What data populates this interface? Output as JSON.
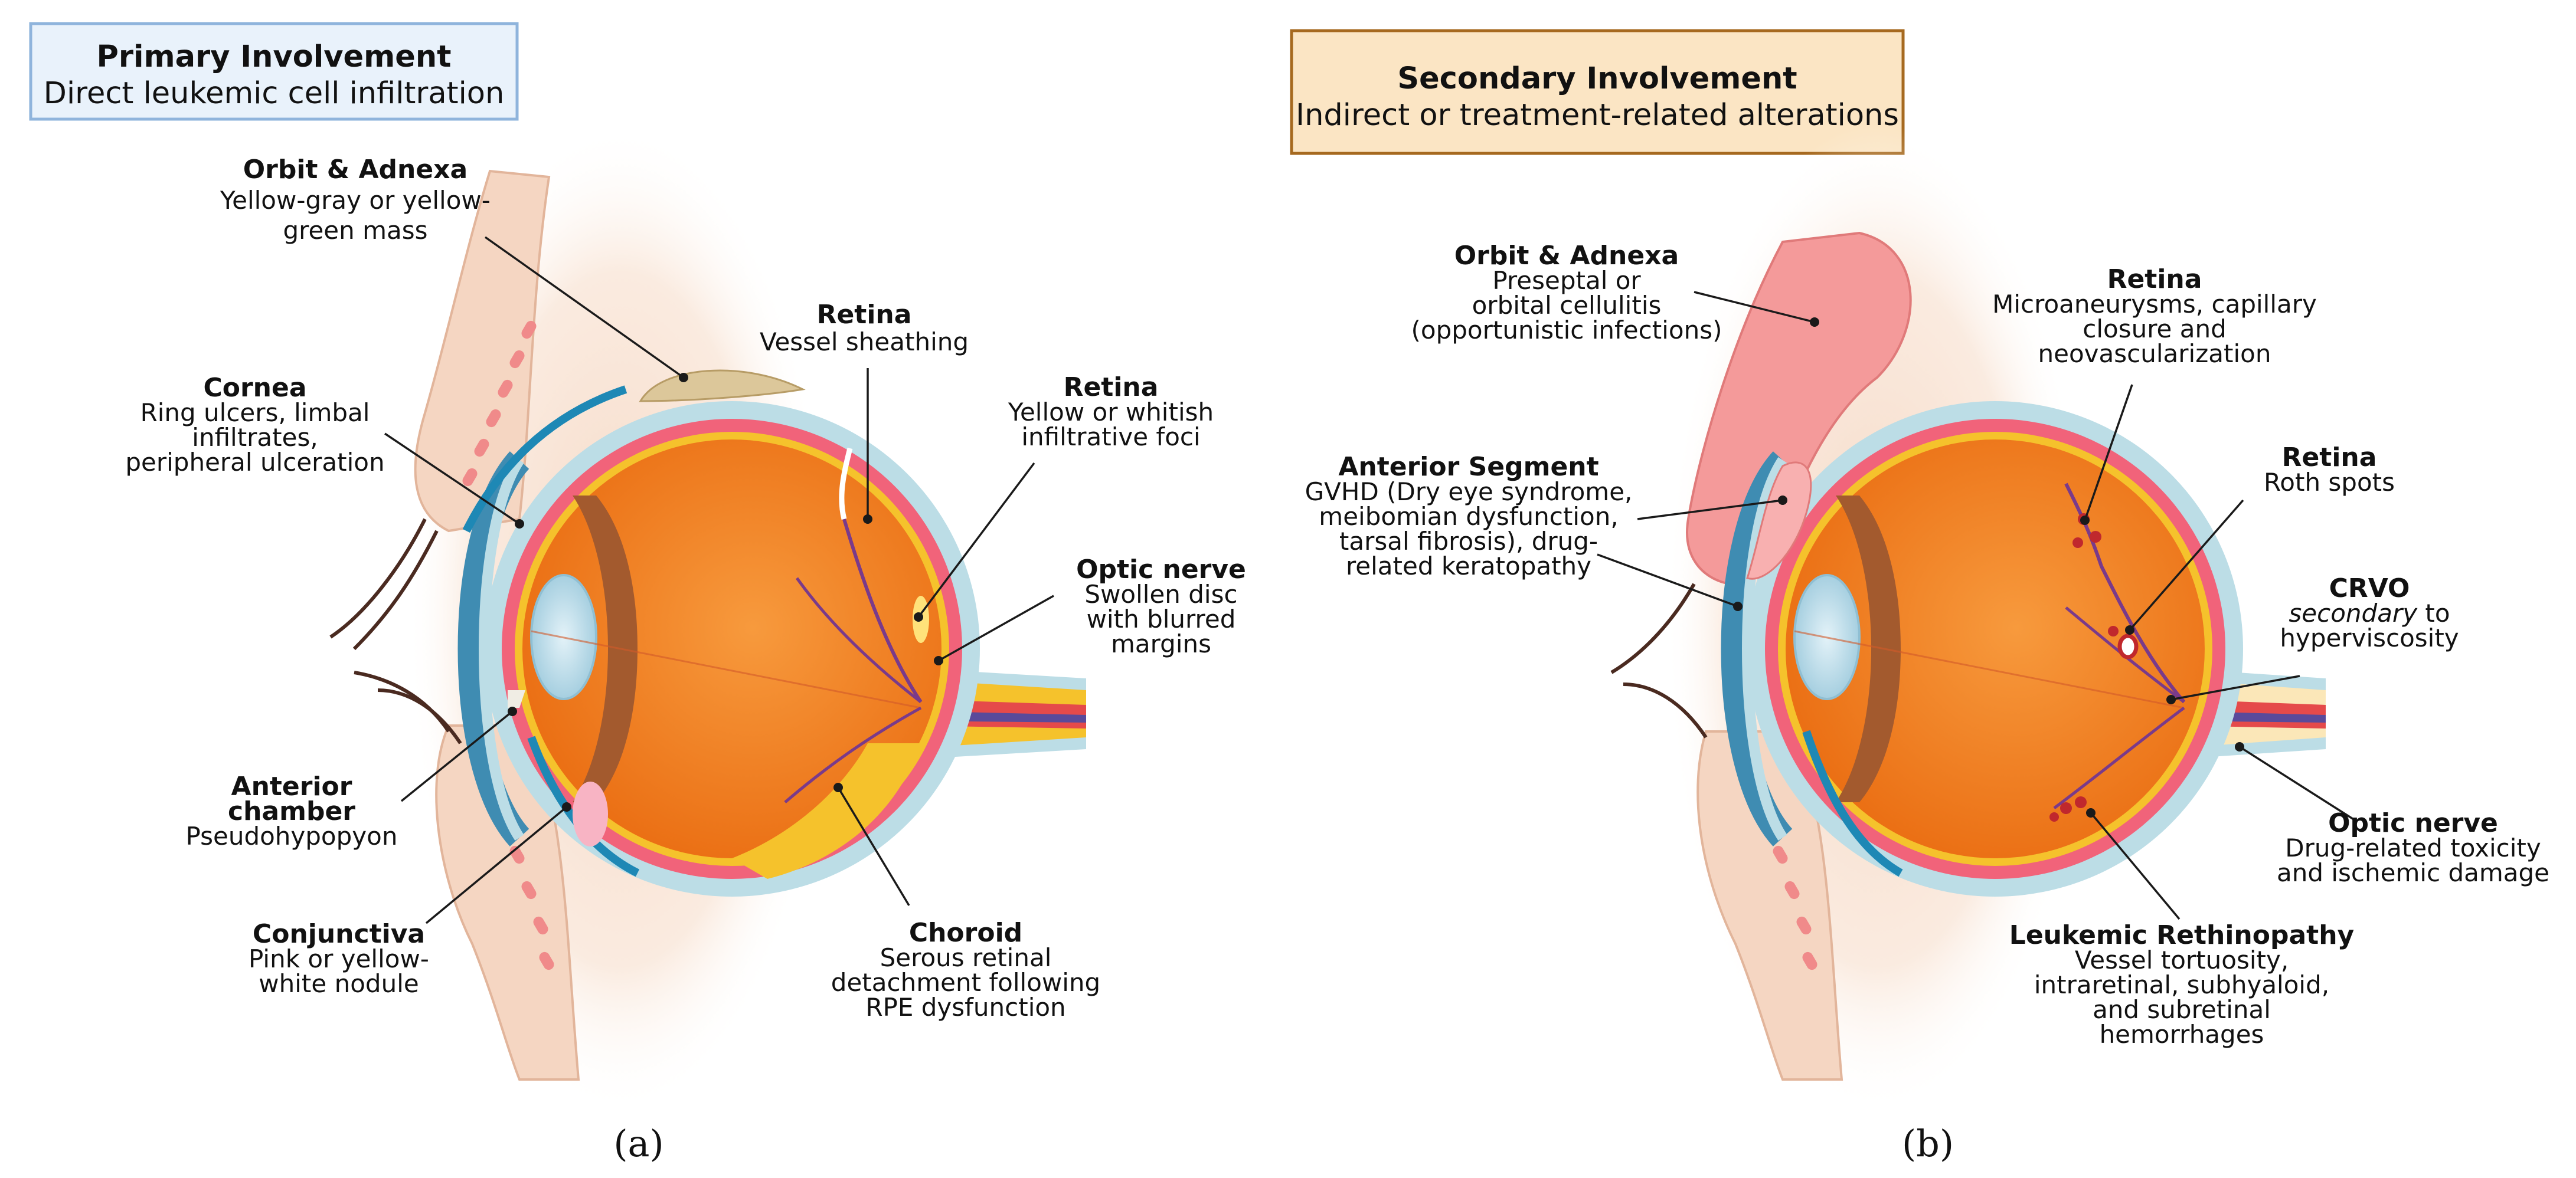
{
  "panel_a": {
    "header": {
      "title": "Primary Involvement",
      "subtitle": "Direct leukemic cell infiltration"
    },
    "labels": {
      "orbit": {
        "title": "Orbit & Adnexa",
        "lines": [
          "Yellow-gray or yellow-",
          "green mass"
        ]
      },
      "retina_sheath": {
        "title": "Retina",
        "lines": [
          "Vessel sheathing"
        ]
      },
      "retina_foci": {
        "title": "Retina",
        "lines": [
          "Yellow or whitish",
          "infiltrative foci"
        ]
      },
      "cornea": {
        "title": "Cornea",
        "lines": [
          "Ring ulcers, limbal",
          "infiltrates,",
          "peripheral ulceration"
        ]
      },
      "optic": {
        "title": "Optic nerve",
        "lines": [
          "Swollen disc",
          "with blurred",
          "margins"
        ]
      },
      "anterior_chamber": {
        "title": "Anterior",
        "title2": "chamber",
        "lines": [
          "Pseudohypopyon"
        ]
      },
      "conjunctiva": {
        "title": "Conjunctiva",
        "lines": [
          "Pink or yellow-",
          "white nodule"
        ]
      },
      "choroid": {
        "title": "Choroid",
        "lines": [
          "Serous retinal",
          "detachment following",
          "RPE dysfunction"
        ]
      }
    },
    "caption": "(a)"
  },
  "panel_b": {
    "header": {
      "title": "Secondary Involvement",
      "subtitle": "Indirect or treatment-related alterations"
    },
    "labels": {
      "orbit": {
        "title": "Orbit & Adnexa",
        "lines": [
          "Preseptal or",
          "orbital cellulitis",
          "(opportunistic infections)"
        ]
      },
      "retina_micro": {
        "title": "Retina",
        "lines": [
          "Microaneurysms, capillary",
          "closure and",
          "neovascularization"
        ]
      },
      "retina_roth": {
        "title": "Retina",
        "lines": [
          "Roth spots"
        ]
      },
      "anterior_segment": {
        "title": "Anterior Segment",
        "lines": [
          "GVHD (Dry eye syndrome,",
          "meibomian dysfunction,",
          "tarsal fibrosis), drug-",
          "related keratopathy"
        ]
      },
      "crvo": {
        "title": "CRVO",
        "line1_em": "secondary",
        "line1_rest": " to",
        "lines": [
          "hyperviscosity"
        ]
      },
      "optic": {
        "title": "Optic nerve",
        "lines": [
          "Drug-related  toxicity",
          "and ischemic damage"
        ]
      },
      "leukemic": {
        "title": "Leukemic Rethinopathy",
        "lines": [
          "Vessel tortuosity,",
          "intraretinal, subhyaloid,",
          "and subretinal",
          "hemorrhages"
        ]
      }
    },
    "caption": "(b)"
  },
  "colors": {
    "header_a_fill": "#e9f2fb",
    "header_a_border": "#8fb4dc",
    "header_b_fill": "#fbe5c4",
    "header_b_border": "#a6691f",
    "skin": "#f6dcc8",
    "sclera": "#bcdde6",
    "vitreous": "#f07d1f",
    "retina_band": "#f1637a",
    "choroid_yellow": "#f5c22c"
  }
}
